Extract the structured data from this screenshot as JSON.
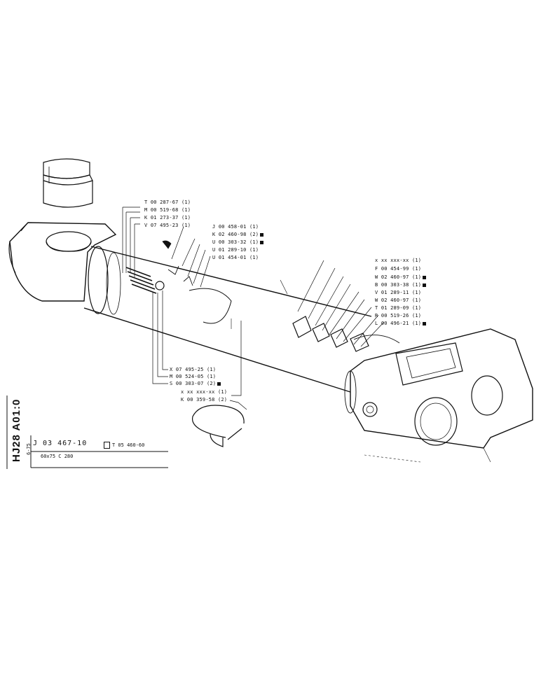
{
  "title_block": {
    "drawing_id": "HJ28 A01:0",
    "date": "6-75",
    "assembly_number": "J 03 467-10",
    "ref_number": "T 05 460-60",
    "spec": "60x75   C 280"
  },
  "callouts_left": [
    {
      "text": "T 00 287-67 (1)",
      "mark": false
    },
    {
      "text": "M 00 519-68 (1)",
      "mark": false
    },
    {
      "text": "K 01 273-37 (1)",
      "mark": false
    },
    {
      "text": "V 07 495-23 (1)",
      "mark": false
    }
  ],
  "callouts_mid": [
    {
      "text": "J 00 458-01 (1)",
      "mark": false
    },
    {
      "text": "K 02 460-98 (2)",
      "mark": true
    },
    {
      "text": "U 00 303-32 (1)",
      "mark": true
    },
    {
      "text": "U 01 289-10 (1)",
      "mark": false
    },
    {
      "text": "U 01 454-01 (1)",
      "mark": false
    }
  ],
  "callouts_right": [
    {
      "text": "x  xx  xxx-xx (1)",
      "mark": false
    },
    {
      "text": "F 00 454-99 (1)",
      "mark": false
    },
    {
      "text": "W 02 460-97 (1)",
      "mark": true
    },
    {
      "text": "B 00 303-38 (1)",
      "mark": true
    },
    {
      "text": "V 01 289-11 (1)",
      "mark": false
    },
    {
      "text": "W 02 460-97 (1)",
      "mark": false
    },
    {
      "text": "T 01 289-09 (1)",
      "mark": false
    },
    {
      "text": "R 00 519-26 (1)",
      "mark": false
    },
    {
      "text": "L 00 496-21 (1)",
      "mark": true
    }
  ],
  "callouts_bottom": [
    {
      "text": "X 07 495-25 (1)",
      "mark": false
    },
    {
      "text": "M 00 524-05 (1)",
      "mark": false
    },
    {
      "text": "S 00 303-07 (2)",
      "mark": true
    },
    {
      "text": "x  xx  xxx-xx (1)",
      "mark": false
    },
    {
      "text": "K 00 359-58 (2)",
      "mark": false
    }
  ]
}
